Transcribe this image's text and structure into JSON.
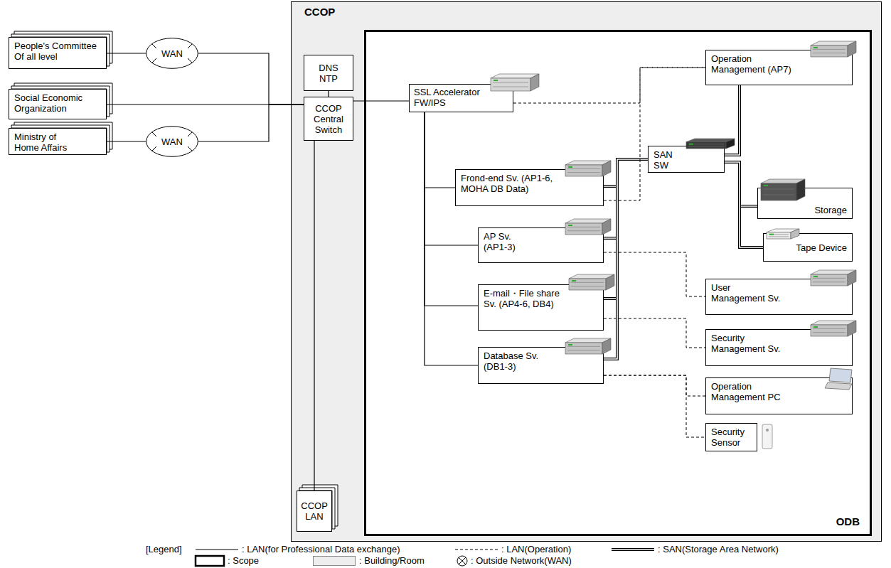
{
  "diagram": {
    "nodes": [
      {
        "text": [
          "People's Committee Of all level"
        ]
      },
      {
        "text": [
          "Social Economic Organization"
        ]
      },
      {
        "text": [
          "Ministry of Home Affairs"
        ]
      },
      {
        "text": [
          "WAN"
        ]
      },
      {
        "text": [
          "WAN"
        ]
      },
      {
        "text": [
          "CCOP"
        ]
      },
      {
        "text": [
          "DNS NTP"
        ],
        "in": 5
      },
      {
        "text": [
          "CCOP Central Switch"
        ],
        "in": 5
      },
      {
        "text": [
          "CCOP LAN"
        ],
        "in": 5
      },
      {
        "text": [
          "ODB"
        ],
        "in": 5
      },
      {
        "text": [
          "SSL Accelerator FW/IPS"
        ],
        "in": 9
      },
      {
        "text": [
          "Frond-end Sv. (AP1-6, MOHA DB Data)"
        ],
        "in": 9
      },
      {
        "text": [
          "AP Sv. (AP1-3)"
        ],
        "in": 9
      },
      {
        "text": [
          "E-mail・File share Sv. (AP4-6, DB4)"
        ],
        "in": 9
      },
      {
        "text": [
          "Database Sv. (DB1-3)"
        ],
        "in": 9
      },
      {
        "text": [
          "Operation Management (AP7)"
        ],
        "in": 9
      },
      {
        "text": [
          "SAN SW"
        ],
        "in": 9
      },
      {
        "text": [
          "Storage"
        ],
        "in": 9
      },
      {
        "text": [
          "Tape Device"
        ],
        "in": 9
      },
      {
        "text": [
          "User Management Sv."
        ],
        "in": 9
      },
      {
        "text": [
          "Security Management Sv."
        ],
        "in": 9
      },
      {
        "text": [
          "Operation Management PC"
        ],
        "in": 9
      },
      {
        "text": [
          "Security Sensor"
        ],
        "in": 9
      }
    ],
    "edges": [
      {
        "from": 0,
        "to": 3,
        "arrow": "none"
      },
      {
        "from": 1,
        "to": 7,
        "arrow": "none"
      },
      {
        "from": 2,
        "to": 4,
        "arrow": "none"
      },
      {
        "from": 3,
        "to": 7,
        "arrow": "none"
      },
      {
        "from": 4,
        "to": 7,
        "arrow": "none"
      },
      {
        "from": 7,
        "to": 6,
        "arrow": "none"
      },
      {
        "from": 7,
        "to": 8,
        "arrow": "none"
      },
      {
        "from": 7,
        "to": 10,
        "arrow": "none"
      },
      {
        "from": 10,
        "to": 11,
        "arrow": "none"
      },
      {
        "from": 10,
        "to": 12,
        "arrow": "none"
      },
      {
        "from": 10,
        "to": 13,
        "arrow": "none"
      },
      {
        "from": 10,
        "to": 14,
        "arrow": "none"
      },
      {
        "from": 11,
        "to": 16,
        "arrow": "none"
      },
      {
        "from": 12,
        "to": 16,
        "arrow": "none"
      },
      {
        "from": 13,
        "to": 16,
        "arrow": "none"
      },
      {
        "from": 14,
        "to": 16,
        "arrow": "none"
      },
      {
        "from": 16,
        "to": 15,
        "arrow": "none"
      },
      {
        "from": 16,
        "to": 17,
        "arrow": "none"
      },
      {
        "from": 16,
        "to": 18,
        "arrow": "none"
      },
      {
        "from": 10,
        "to": 15,
        "arrow": "none"
      },
      {
        "from": 11,
        "to": 15,
        "arrow": "none"
      },
      {
        "from": 12,
        "to": 19,
        "arrow": "none"
      },
      {
        "from": 13,
        "to": 20,
        "arrow": "none"
      },
      {
        "from": 14,
        "to": 21,
        "arrow": "none"
      },
      {
        "from": 14,
        "to": 22,
        "arrow": "none"
      }
    ],
    "labels": [
      "[Legend]"
    ],
    "legend": [
      {
        "text": ": LAN(for Professional Data exchange)"
      },
      {
        "text": ": LAN(Operation)"
      },
      {
        "text": ": SAN(Storage Area Network)"
      },
      {
        "text": ": Scope"
      },
      {
        "text": ": Building/Room",
        "color": "#eeeeee"
      },
      {
        "text": ": Outside Network(WAN)"
      }
    ]
  }
}
